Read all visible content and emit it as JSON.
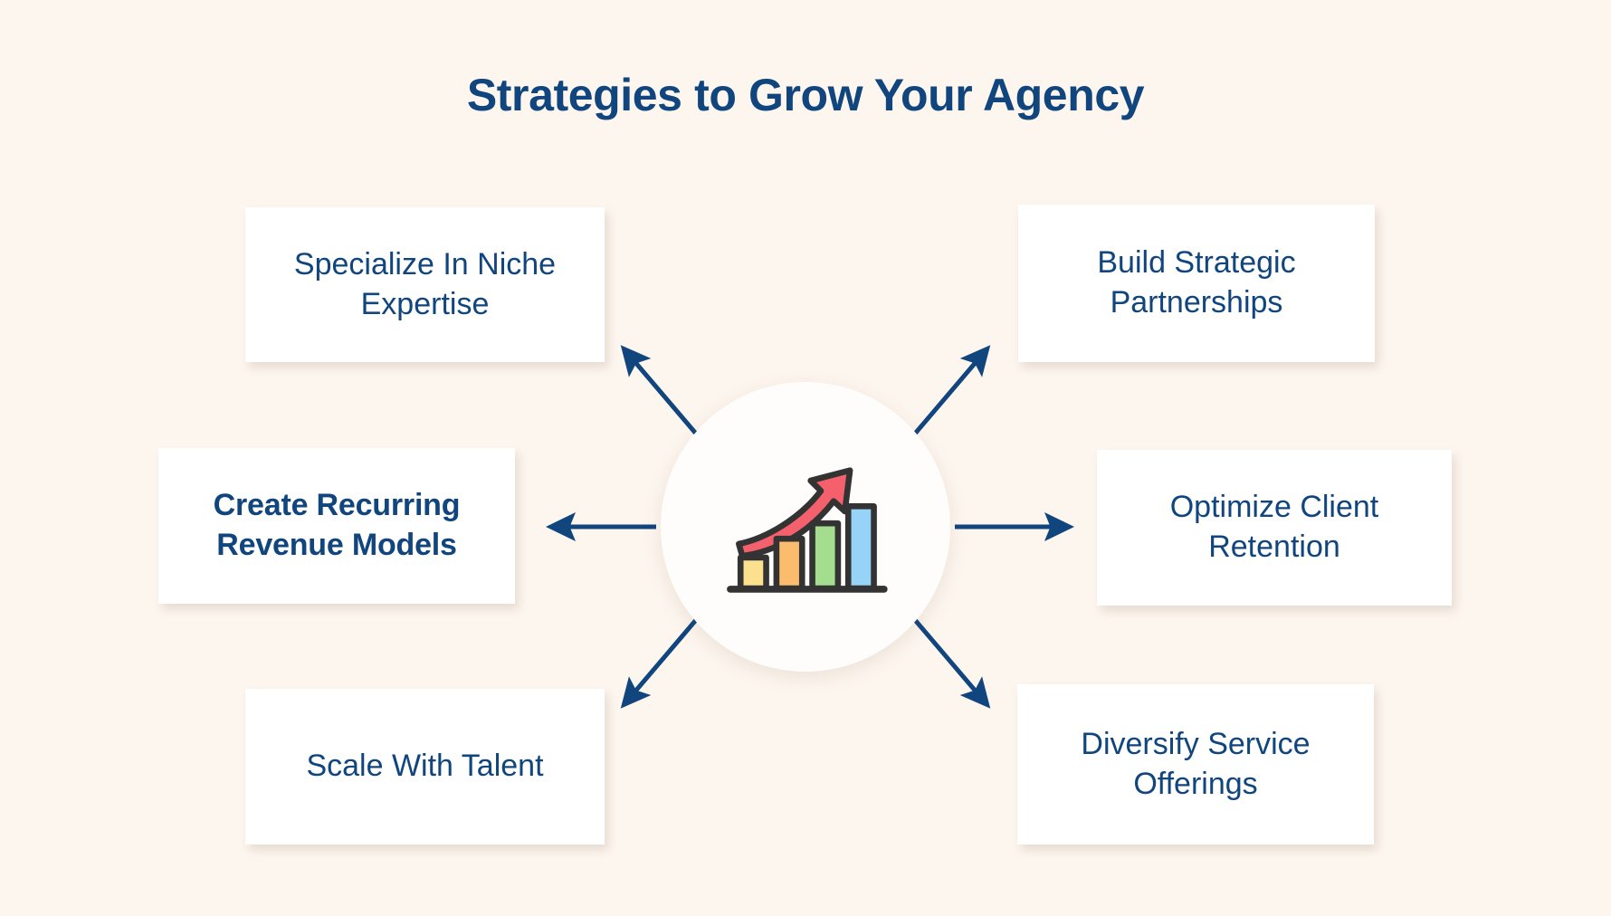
{
  "page": {
    "title": "Strategies to Grow Your Agency",
    "background_color": "#fdf6ef",
    "accent_color": "#10457e"
  },
  "hub": {
    "name": "growth-chart-icon",
    "shape": "circle",
    "background_color": "#fffdfb",
    "icon": {
      "arrow_color": "#f4616c",
      "outline_color": "#333333",
      "bars": [
        {
          "label": "bar-1",
          "color": "#fbe08e"
        },
        {
          "label": "bar-2",
          "color": "#fcbc6d"
        },
        {
          "label": "bar-3",
          "color": "#a3dd8d"
        },
        {
          "label": "bar-4",
          "color": "#97d2f7"
        }
      ]
    }
  },
  "cards": [
    {
      "id": "specialize-in-niche-expertise",
      "label": "Specialize In Niche Expertise",
      "position": "top-left",
      "weight": "regular"
    },
    {
      "id": "build-strategic-partnerships",
      "label": "Build Strategic Partnerships",
      "position": "top-right",
      "weight": "regular"
    },
    {
      "id": "create-recurring-revenue-models",
      "label": "Create Recurring Revenue Models",
      "position": "middle-left",
      "weight": "medium"
    },
    {
      "id": "optimize-client-retention",
      "label": "Optimize Client Retention",
      "position": "middle-right",
      "weight": "regular"
    },
    {
      "id": "scale-with-talent",
      "label": "Scale With Talent",
      "position": "bottom-left",
      "weight": "regular"
    },
    {
      "id": "diversify-service-offerings",
      "label": "Diversify Service Offerings",
      "position": "bottom-right",
      "weight": "regular"
    }
  ],
  "connectors": [
    {
      "id": "connector-top-left",
      "direction": "up-left",
      "color": "#10457e"
    },
    {
      "id": "connector-top-right",
      "direction": "up-right",
      "color": "#10457e"
    },
    {
      "id": "connector-middle-left",
      "direction": "left",
      "color": "#10457e"
    },
    {
      "id": "connector-middle-right",
      "direction": "right",
      "color": "#10457e"
    },
    {
      "id": "connector-bottom-left",
      "direction": "down-left",
      "color": "#10457e"
    },
    {
      "id": "connector-bottom-right",
      "direction": "down-right",
      "color": "#10457e"
    }
  ]
}
